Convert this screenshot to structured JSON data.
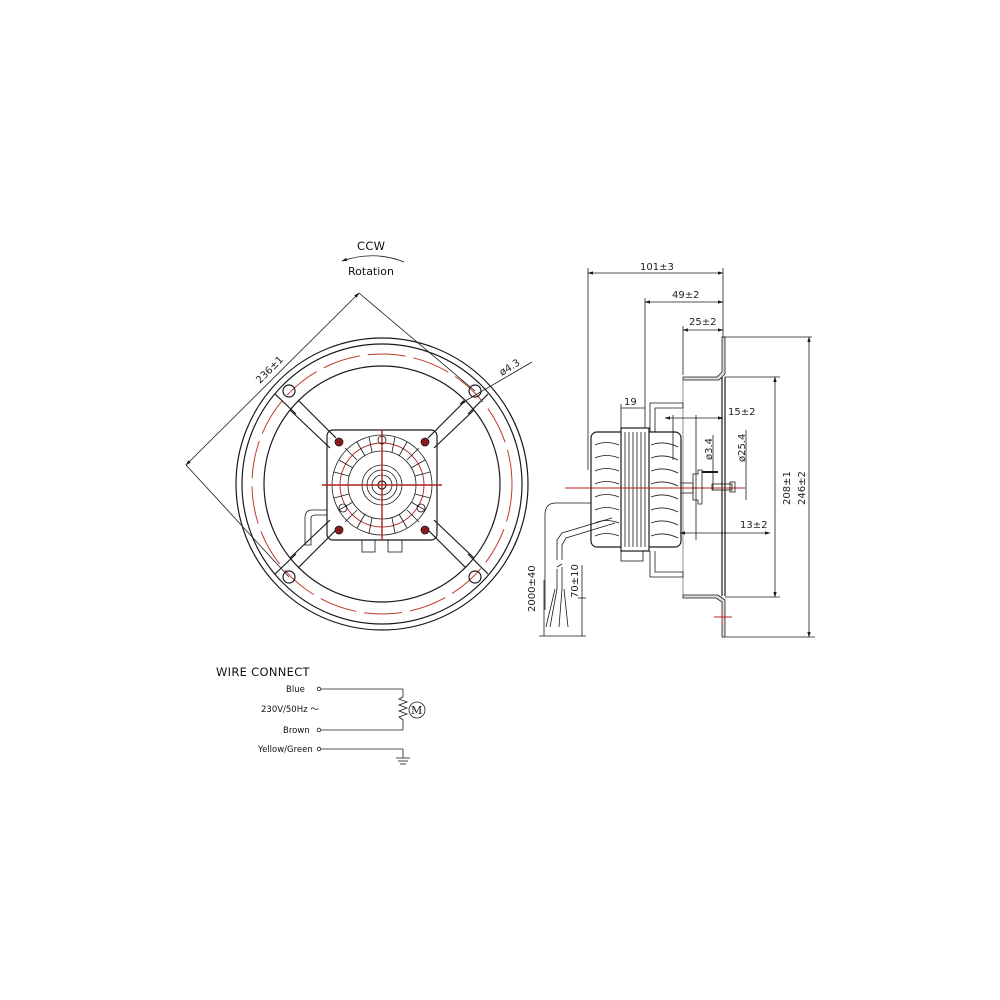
{
  "front_view": {
    "rotation_direction": "CCW",
    "rotation_label": "Rotation",
    "mount_diagonal": "236±1",
    "hole_diameter": "ø4.3"
  },
  "side_view": {
    "overall_depth": "101±3",
    "motor_to_flange": "49±2",
    "flange_depth": "25±2",
    "stator_width": "19",
    "shaft_extension": "15±2",
    "hub_offset": "13±2",
    "shaft_diameter": "ø3.4",
    "hub_diameter": "ø25.4",
    "inner_diameter": "208±1",
    "outer_diameter": "246±2",
    "cable_length": "2000±40",
    "strip_length": "70±10"
  },
  "wire_connect": {
    "title": "WIRE CONNECT",
    "wires": [
      {
        "label": "Blue"
      },
      {
        "label": "230V/50Hz ～"
      },
      {
        "label": "Brown"
      },
      {
        "label": "Yellow/Green"
      }
    ],
    "motor_symbol": "M"
  },
  "colors": {
    "line": "#1a1a1a",
    "centerline": "#b22222",
    "background": "#ffffff"
  }
}
